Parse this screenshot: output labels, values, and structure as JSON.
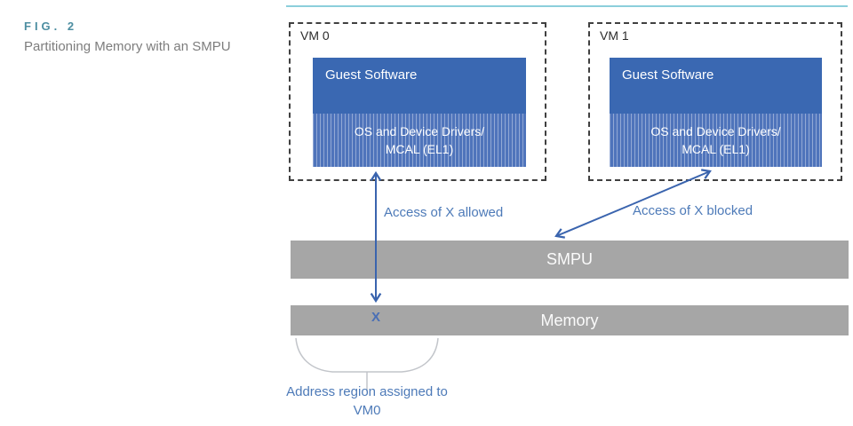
{
  "figure": {
    "label": "FIG. 2",
    "title": "Partitioning Memory with an SMPU"
  },
  "vms": [
    {
      "name": "VM 0",
      "guest_label": "Guest Software",
      "os_line1": "OS and Device Drivers/",
      "os_line2": "MCAL (EL1)"
    },
    {
      "name": "VM 1",
      "guest_label": "Guest Software",
      "os_line1": "OS and Device Drivers/",
      "os_line2": "MCAL (EL1)"
    }
  ],
  "bars": {
    "smpu": "SMPU",
    "memory": "Memory"
  },
  "annotations": {
    "allowed": "Access of X allowed",
    "blocked": "Access of X blocked",
    "x_label": "X",
    "address_line1": "Address region assigned to",
    "address_line2": "VM0"
  },
  "colors": {
    "accent_teal": "#8ccfdb",
    "fig_label_teal": "#4d8ea1",
    "subtitle_gray": "#7d7d7d",
    "guest_box_blue": "#3a68b2",
    "os_box_blue": "#4f74bb",
    "bar_gray": "#a6a6a6",
    "arrow_blue": "#3a64ae",
    "annotation_blue": "#4d7ab8",
    "brace_gray": "#c2c5ca"
  }
}
